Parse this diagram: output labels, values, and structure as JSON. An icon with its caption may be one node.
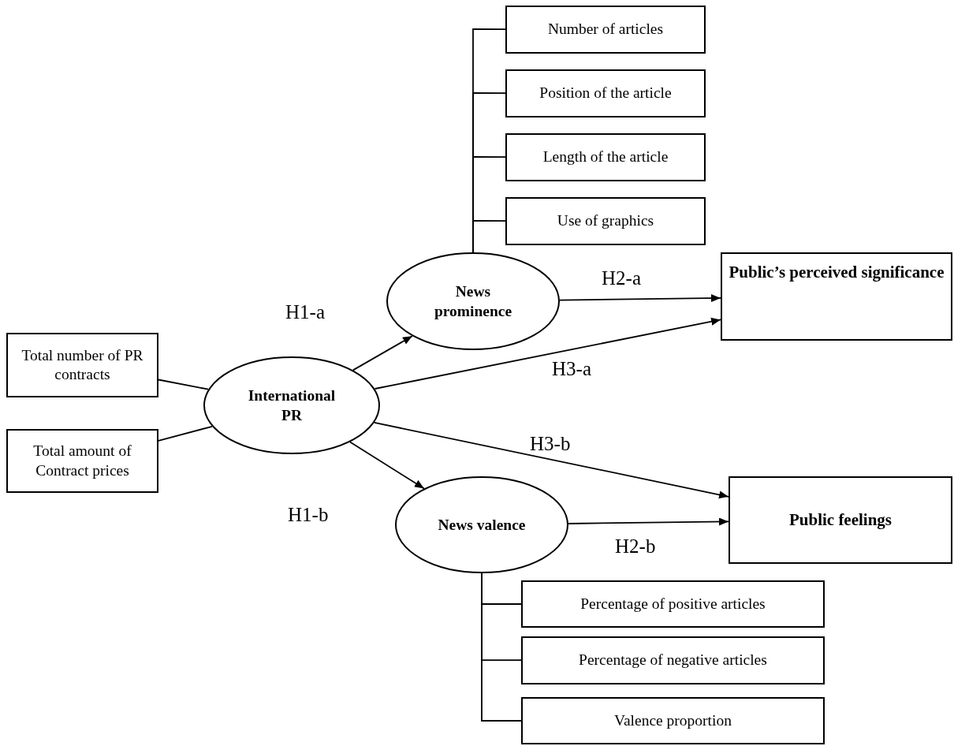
{
  "diagram": {
    "nodes": [
      {
        "text": [
          "Number of articles"
        ]
      },
      {
        "text": [
          "Position of the article"
        ]
      },
      {
        "text": [
          "Length of the article"
        ]
      },
      {
        "text": [
          "Use of graphics"
        ]
      },
      {
        "text": [
          "News prominence"
        ]
      },
      {
        "text": [
          "Public’s perceived significance"
        ]
      },
      {
        "text": [
          "Total number of PR contracts"
        ]
      },
      {
        "text": [
          "International PR"
        ]
      },
      {
        "text": [
          "Total amount of Contract prices"
        ]
      },
      {
        "text": [
          "News valence"
        ]
      },
      {
        "text": [
          "Public feelings"
        ]
      },
      {
        "text": [
          "Percentage of positive articles"
        ]
      },
      {
        "text": [
          "Percentage of negative articles"
        ]
      },
      {
        "text": [
          "Valence proportion"
        ]
      }
    ],
    "edges": [
      {
        "from": 6,
        "to": 7,
        "arrow": "none"
      },
      {
        "from": 8,
        "to": 7,
        "arrow": "none"
      },
      {
        "from": 7,
        "to": 4,
        "arrow": "to",
        "label": "H1-a"
      },
      {
        "from": 7,
        "to": 5,
        "arrow": "to",
        "label": "H3-a"
      },
      {
        "from": 7,
        "to": 10,
        "arrow": "to",
        "label": "H3-b"
      },
      {
        "from": 7,
        "to": 9,
        "arrow": "to",
        "label": "H1-b"
      },
      {
        "from": 4,
        "to": 5,
        "arrow": "to",
        "label": "H2-a"
      },
      {
        "from": 9,
        "to": 10,
        "arrow": "to",
        "label": "H2-b"
      },
      {
        "from": 4,
        "to": 0,
        "arrow": "none"
      },
      {
        "from": 4,
        "to": 1,
        "arrow": "none"
      },
      {
        "from": 4,
        "to": 2,
        "arrow": "none"
      },
      {
        "from": 4,
        "to": 3,
        "arrow": "none"
      },
      {
        "from": 9,
        "to": 11,
        "arrow": "none"
      },
      {
        "from": 9,
        "to": 12,
        "arrow": "none"
      },
      {
        "from": 9,
        "to": 13,
        "arrow": "none"
      }
    ]
  }
}
